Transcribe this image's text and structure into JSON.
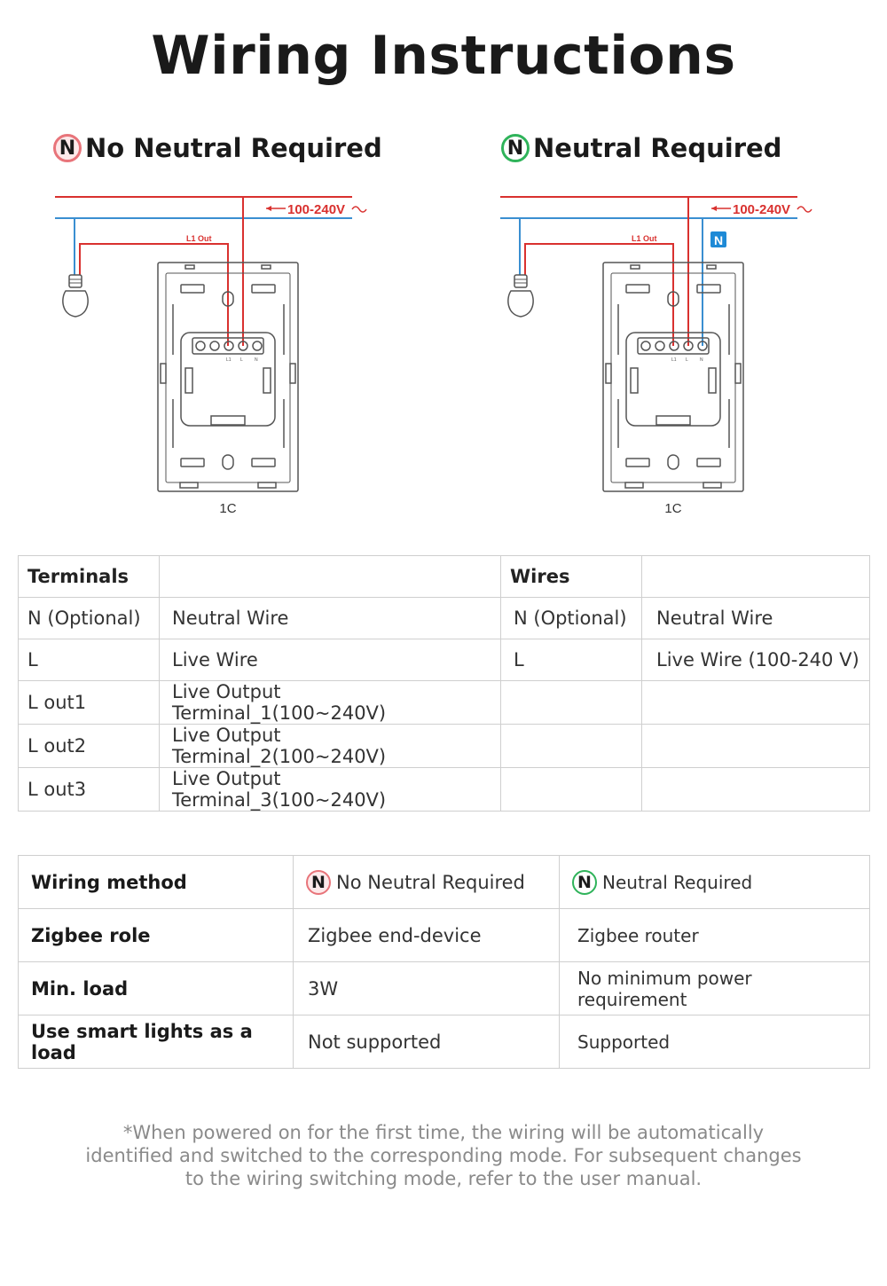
{
  "title": "Wiring Instructions",
  "panels": [
    {
      "badge": "N",
      "label": "No Neutral Required",
      "voltage": "100-240V",
      "load_label": "L1 Out",
      "model": "1C",
      "terminal_labels": [
        "L1",
        "L",
        "N"
      ]
    },
    {
      "badge": "N",
      "label": "Neutral Required",
      "voltage": "100-240V",
      "load_label": "L1 Out",
      "model": "1C",
      "neutral_tag": "N",
      "terminal_labels": [
        "L1",
        "L",
        "N"
      ]
    }
  ],
  "terminals_table": {
    "headers": [
      "Terminals",
      "",
      "Wires",
      ""
    ],
    "rows": [
      [
        "N (Optional)",
        "Neutral Wire",
        "N (Optional)",
        "Neutral Wire"
      ],
      [
        "L",
        "Live Wire",
        "L",
        "Live Wire (100-240 V)"
      ],
      [
        "L out1",
        "Live Output Terminal_1(100~240V)",
        "",
        ""
      ],
      [
        "L out2",
        "Live Output Terminal_2(100~240V)",
        "",
        ""
      ],
      [
        "L out3",
        "Live Output Terminal_3(100~240V)",
        "",
        ""
      ]
    ]
  },
  "wiring_table": {
    "method_label": "Wiring method",
    "col_a": {
      "badge": "N",
      "label": "No Neutral Required"
    },
    "col_b": {
      "badge": "N",
      "label": "Neutral Required"
    },
    "rows": [
      [
        "Zigbee role",
        "Zigbee end-device",
        "Zigbee router"
      ],
      [
        "Min. load",
        "3W",
        "No minimum power requirement"
      ],
      [
        "Use smart lights as a load",
        "Not supported",
        "Supported"
      ]
    ]
  },
  "footnote": [
    "*When powered on for the first time, the wiring will be automatically",
    "identified and switched to the corresponding mode. For subsequent changes",
    "to the wiring switching mode, refer to the user manual."
  ],
  "colors": {
    "live": "#d9312f",
    "neutral": "#3a8fd1",
    "badge_red": "#e8747a",
    "badge_green": "#2fb35a",
    "neutral_tag": "#1e8ad6"
  }
}
